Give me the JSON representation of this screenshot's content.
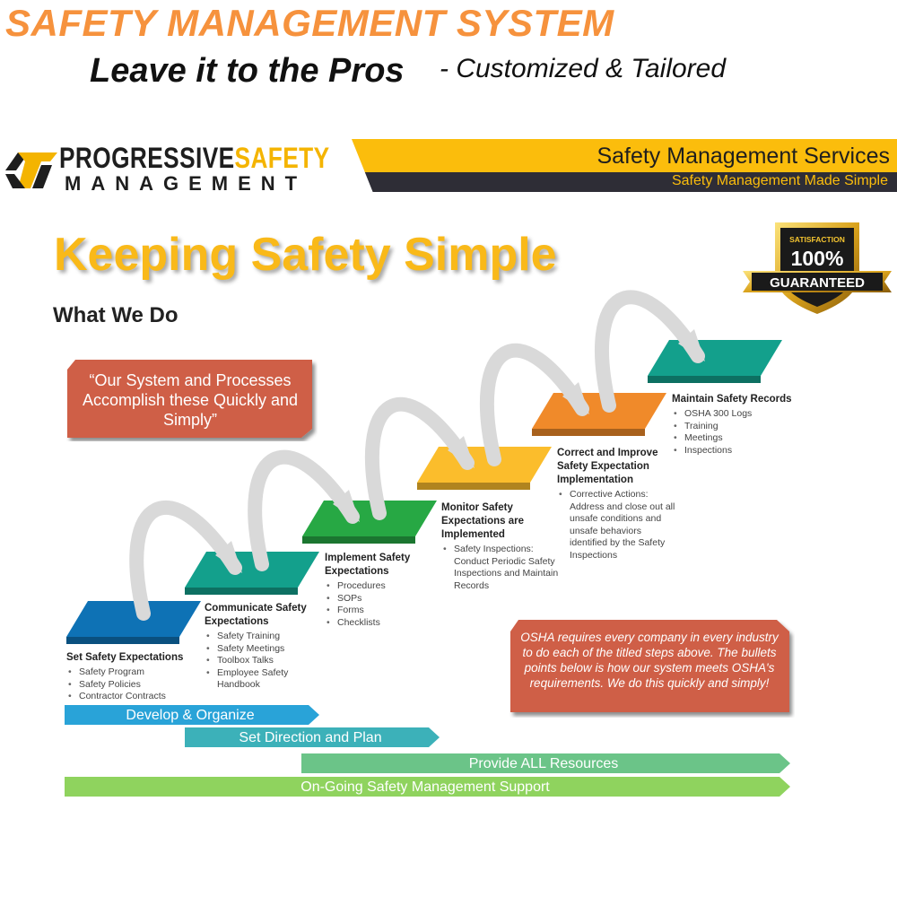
{
  "header": {
    "title": "SAFETY MANAGEMENT SYSTEM",
    "tagline_bold": "Leave it to the Pros",
    "tagline_rest": "- Customized & Tailored"
  },
  "logo": {
    "word1": "PROGRESSIVE",
    "word2": "SAFETY",
    "word3": "MANAGEMENT"
  },
  "banner": {
    "title": "Safety Management Services",
    "subtitle": "Safety Management Made Simple"
  },
  "main": {
    "headline": "Keeping Safety Simple",
    "subheadline": "What We Do",
    "quote": "“Our System and Processes Accomplish these Quickly and Simply”",
    "osha_note": "OSHA requires every company in every industry to do each of the titled steps above.  The bullets points below is how our system meets OSHA's requirements. We do this quickly and simply!"
  },
  "badge": {
    "line1": "SATISFACTION",
    "line2": "100%",
    "line3": "GUARANTEED"
  },
  "steps": [
    {
      "title": "Set Safety Expectations",
      "bullets": [
        "Safety Program",
        "Safety Policies",
        "Contractor Contracts"
      ],
      "color": "#0e72b5"
    },
    {
      "title": "Communicate Safety Expectations",
      "bullets": [
        "Safety Training",
        "Safety Meetings",
        "Toolbox Talks",
        "Employee Safety Handbook"
      ],
      "color": "#13a08c"
    },
    {
      "title": "Implement Safety Expectations",
      "bullets": [
        "Procedures",
        "SOPs",
        "Forms",
        "Checklists"
      ],
      "color": "#27a844"
    },
    {
      "title": "Monitor Safety Expectations are Implemented",
      "bullets": [
        "Safety Inspections: Conduct Periodic Safety Inspections and Maintain Records"
      ],
      "color": "#fbbd2c"
    },
    {
      "title": "Correct and Improve Safety Expectation Implementation",
      "bullets": [
        "Corrective Actions: Address and close out all unsafe conditions and unsafe behaviors identified by the Safety Inspections"
      ],
      "color": "#f08a2a"
    },
    {
      "title": "Maintain Safety Records",
      "bullets": [
        "OSHA 300 Logs",
        "Training",
        "Meetings",
        "Inspections"
      ],
      "color": "#13a08c"
    }
  ],
  "bars": [
    {
      "label": "Develop & Organize",
      "color": "#29a3d8"
    },
    {
      "label": "Set Direction and Plan",
      "color": "#3cb1b9"
    },
    {
      "label": "Provide ALL Resources",
      "color": "#6bc488"
    },
    {
      "label": "On-Going Safety Management Support",
      "color": "#8fd35e"
    }
  ]
}
